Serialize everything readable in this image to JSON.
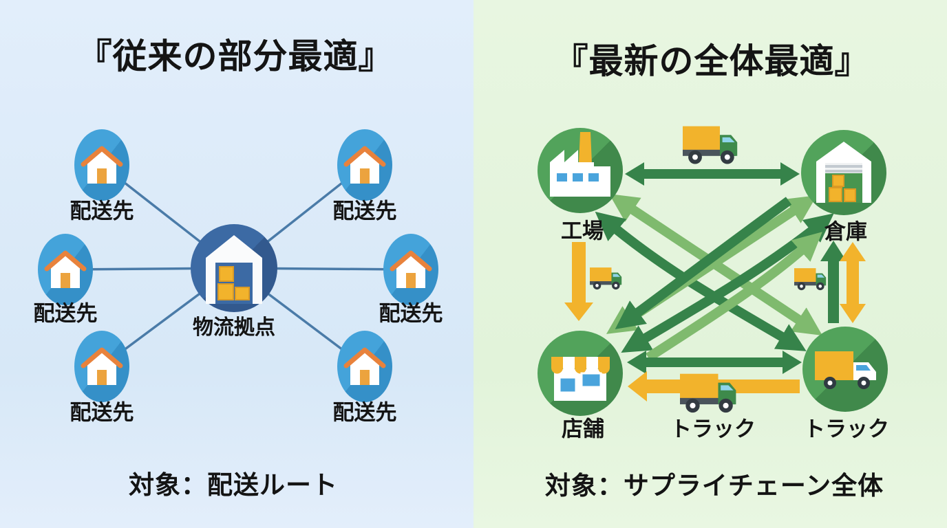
{
  "type": "infographic-comparison",
  "colors": {
    "left_background": "#dbeaf7",
    "right_background": "#e6f4df",
    "spoke_line": "#4a7ba8",
    "house_node_blue": "#44a3da",
    "house_node_blue_shadow": "#3590c8",
    "hub_blue": "#3c6aa4",
    "hub_blue_shadow": "#32598e",
    "network_node_green": "#52a35b",
    "network_node_green_shadow": "#40894b",
    "arrow_dark_green": "#36834a",
    "arrow_light_green": "#7fba6e",
    "arrow_yellow": "#f2b32c",
    "roof_orange": "#e8823c",
    "door_orange": "#eca33e",
    "box_yellow": "#f2b32c",
    "window_blue": "#4aa4dc",
    "truck_cab_green": "#3e8a4b",
    "text": "#141414"
  },
  "left_panel": {
    "title": "『従来の部分最適』",
    "hub": {
      "label": "物流拠点",
      "icon": "warehouse-boxes-icon"
    },
    "destinations": [
      {
        "label": "配送先",
        "icon": "house-icon"
      },
      {
        "label": "配送先",
        "icon": "house-icon"
      },
      {
        "label": "配送先",
        "icon": "house-icon"
      },
      {
        "label": "配送先",
        "icon": "house-icon"
      },
      {
        "label": "配送先",
        "icon": "house-icon"
      },
      {
        "label": "配送先",
        "icon": "house-icon"
      }
    ],
    "caption": "対象：配送ルート"
  },
  "right_panel": {
    "title": "『最新の全体最適』",
    "nodes": [
      {
        "id": "factory",
        "label": "工場",
        "icon": "factory-icon"
      },
      {
        "id": "warehouse",
        "label": "倉庫",
        "icon": "warehouse-boxes-icon"
      },
      {
        "id": "store",
        "label": "店舗",
        "icon": "storefront-icon"
      },
      {
        "id": "truck",
        "label": "トラック",
        "icon": "delivery-truck-icon"
      }
    ],
    "middle_truck_label": "トラック",
    "decorative_truck_icons": [
      "truck-icon",
      "truck-icon",
      "truck-icon",
      "truck-icon"
    ],
    "caption": "対象：サプライチェーン全体"
  }
}
